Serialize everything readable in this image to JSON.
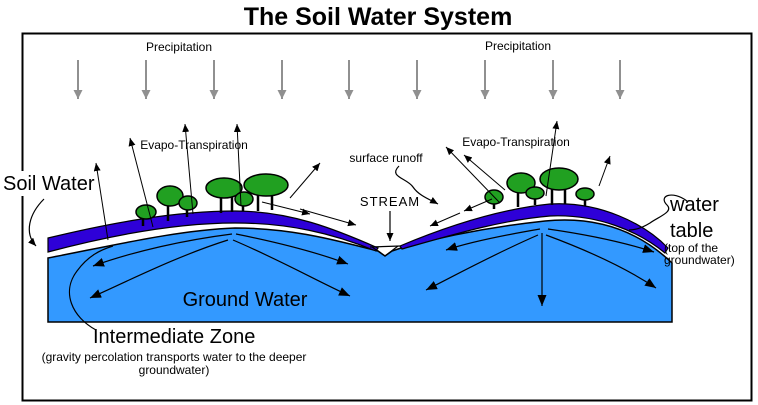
{
  "title": "The Soil Water System",
  "labels": {
    "precipitation": "Precipitation",
    "evapo": "Evapo-Transpiration",
    "surface_runoff": "surface runoff",
    "stream": "STREAM",
    "soil_water": "Soil Water",
    "water_table_line1": "water",
    "water_table_line2": "table",
    "water_table_sub1": "(top of the",
    "water_table_sub2": "groundwater)",
    "ground_water": "Ground Water",
    "intermediate_zone": "Intermediate Zone",
    "intermediate_sub1": "(gravity percolation transports water to the deeper",
    "intermediate_sub2": "groundwater)"
  },
  "colors": {
    "soil_layer": "#2e00d8",
    "groundwater": "#3399ff",
    "tree_green": "#21a021",
    "precip_gray": "#909090",
    "outline": "#000000"
  },
  "icons": {
    "precipitation_arrow": "gray-down-arrow",
    "evapo_arrow": "black-up-arrow",
    "flow_arrow": "curved-black-arrow",
    "tree": "tree-icon"
  }
}
